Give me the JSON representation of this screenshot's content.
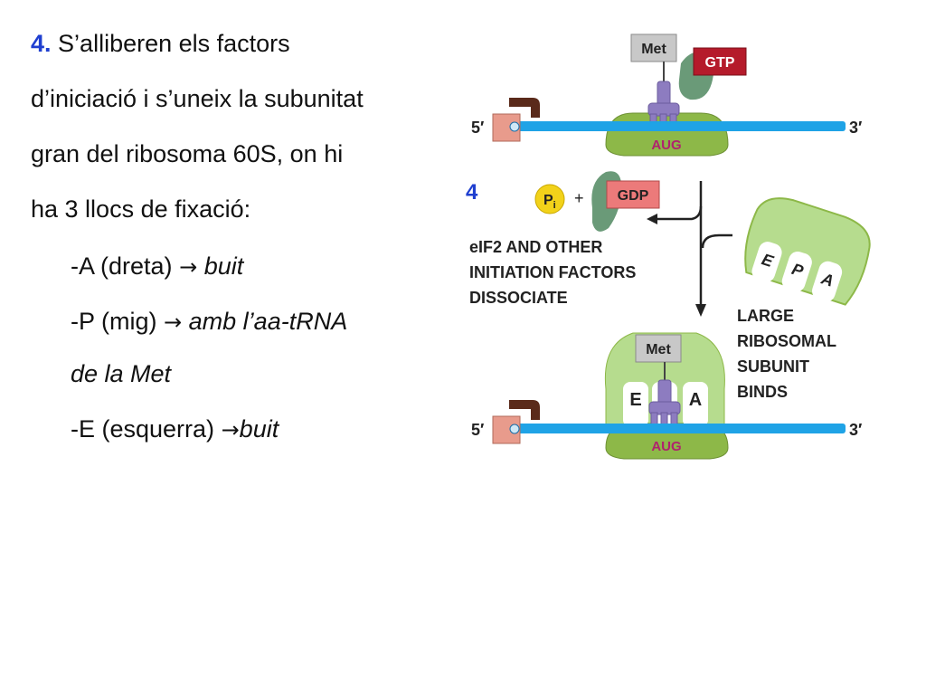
{
  "slide": {
    "step_number": "4.",
    "intro_lines": [
      "S’alliberen els factors",
      "d’iniciació i s’uneix la subunitat",
      "gran del ribosoma 60S, on hi",
      "ha 3 llocs de fixació:"
    ],
    "sites": [
      {
        "label": "-A (dreta)",
        "arrow": "→",
        "desc": "buit"
      },
      {
        "label": "-P (mig)",
        "arrow": "→",
        "desc": "amb l’aa-tRNA",
        "desc2": "de la Met"
      },
      {
        "label": "-E (esquerra)",
        "arrow": "→",
        "desc": "buit"
      }
    ]
  },
  "diagram": {
    "step_label": "4",
    "five_prime": "5′",
    "three_prime": "3′",
    "met": "Met",
    "gtp": "GTP",
    "gdp": "GDP",
    "pi": "P",
    "pi_sub": "i",
    "plus": "+",
    "codon": "AUG",
    "dissociate_lines": [
      "eIF2 AND OTHER",
      "INITIATION FACTORS",
      "DISSOCIATE"
    ],
    "binds_lines": [
      "LARGE",
      "RIBOSOMAL",
      "SUBUNIT",
      "BINDS"
    ],
    "site_e": "E",
    "site_p": "P",
    "site_a": "A",
    "colors": {
      "mrna": "#1fa3e6",
      "small_subunit": "#8db848",
      "large_subunit": "#b6dc8e",
      "trna": "#8d7cc0",
      "gtp_box": "#b51b2b",
      "gdp_box": "#ec7a7a",
      "cap": "#e89b8c",
      "cap_hook": "#5a2a1a",
      "factor": "#6a9a78",
      "pi": "#f2d21a",
      "step_label": "#1f3fd0",
      "codon_text": "#b0226e"
    }
  }
}
